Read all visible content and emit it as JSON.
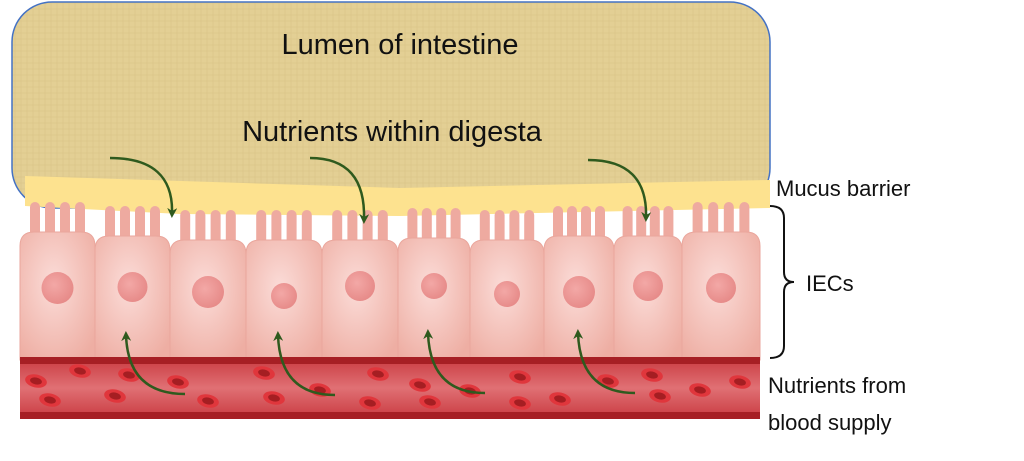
{
  "title": "Lumen of intestine",
  "subtitle": "Nutrients within digesta",
  "labels": {
    "mucus": "Mucus barrier",
    "iecs": "IECs",
    "blood_line1": "Nutrients from",
    "blood_line2": "blood supply"
  },
  "colors": {
    "lumen": "#e3cf94",
    "lumen_border": "#4472c4",
    "mucus": "#fde28f",
    "cell": "#f4bcb2",
    "nucleus": "#ec9290",
    "vessel": "#d4484e",
    "vessel_edge": "#a61f24",
    "rbc": "#e0363c",
    "arrow": "#2f5a1e"
  },
  "cell_count": 10
}
